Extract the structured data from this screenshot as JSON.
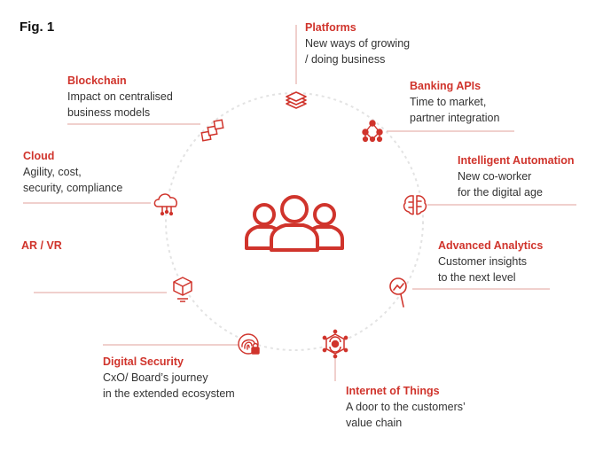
{
  "figure_label": "Fig. 1",
  "colors": {
    "accent": "#d0342c",
    "ring": "#e3e3e3",
    "text": "#333333"
  },
  "center_icon": "group-people-icon",
  "items": [
    {
      "title": "Platforms",
      "desc": "New ways of growing\n/ doing business",
      "icon": "stacked-layers-icon"
    },
    {
      "title": "Banking APIs",
      "desc": "Time to market,\npartner integration",
      "icon": "api-network-icon"
    },
    {
      "title": "Intelligent Automation",
      "desc": "New co-worker\nfor the digital age",
      "icon": "brain-chip-icon"
    },
    {
      "title": "Advanced Analytics",
      "desc": "Customer insights\nto the next level",
      "icon": "magnifier-chart-icon"
    },
    {
      "title": "Internet of Things",
      "desc": "A door to the customers’\nvalue chain",
      "icon": "iot-hub-icon"
    },
    {
      "title": "Digital Security",
      "desc": "CxO/ Board’s journey\nin the extended ecosystem",
      "icon": "fingerprint-lock-icon"
    },
    {
      "title": "AR / VR",
      "desc": "",
      "icon": "hologram-cube-icon"
    },
    {
      "title": "Cloud",
      "desc": "Agility, cost,\nsecurity, compliance",
      "icon": "cloud-network-icon"
    },
    {
      "title": "Blockchain",
      "desc": "Impact on centralised\nbusiness models",
      "icon": "chain-blocks-icon"
    }
  ]
}
